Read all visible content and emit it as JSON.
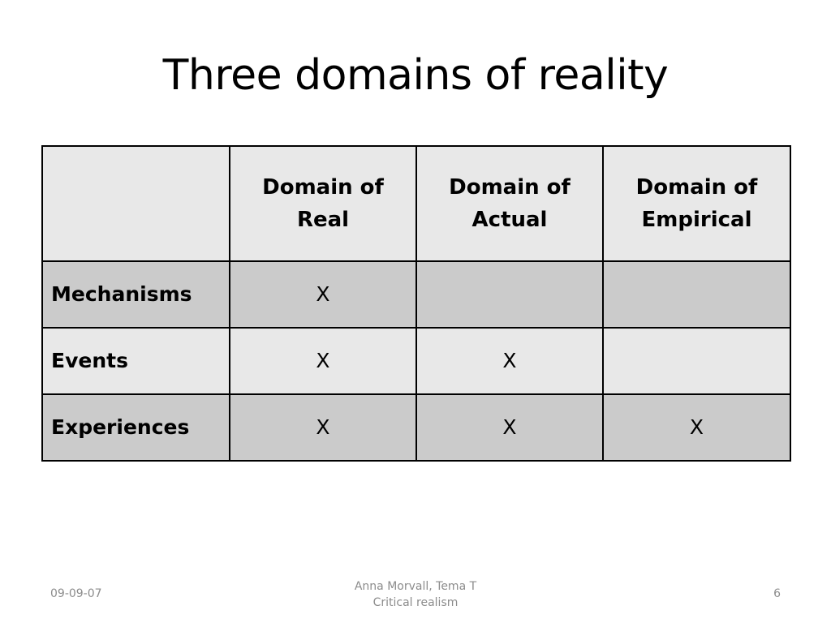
{
  "slide": {
    "title": "Three domains of reality"
  },
  "table": {
    "header": {
      "corner": "",
      "columns": [
        {
          "line1": "Domain of",
          "line2": "Real"
        },
        {
          "line1": "Domain of",
          "line2": "Actual"
        },
        {
          "line1": "Domain of",
          "line2": "Empirical"
        }
      ]
    },
    "rows": [
      {
        "label": "Mechanisms",
        "cells": [
          "X",
          "",
          ""
        ]
      },
      {
        "label": "Events",
        "cells": [
          "X",
          "X",
          ""
        ]
      },
      {
        "label": "Experiences",
        "cells": [
          "X",
          "X",
          "X"
        ]
      }
    ],
    "colors": {
      "header_bg": "#e8e8e8",
      "row_dark_bg": "#cbcbcb",
      "row_light_bg": "#e8e8e8",
      "border": "#000000"
    }
  },
  "footer": {
    "date": "09-09-07",
    "author": "Anna Morvall, Tema T",
    "subtitle": "Critical realism",
    "page_number": "6",
    "text_color": "#8c8c8c"
  }
}
